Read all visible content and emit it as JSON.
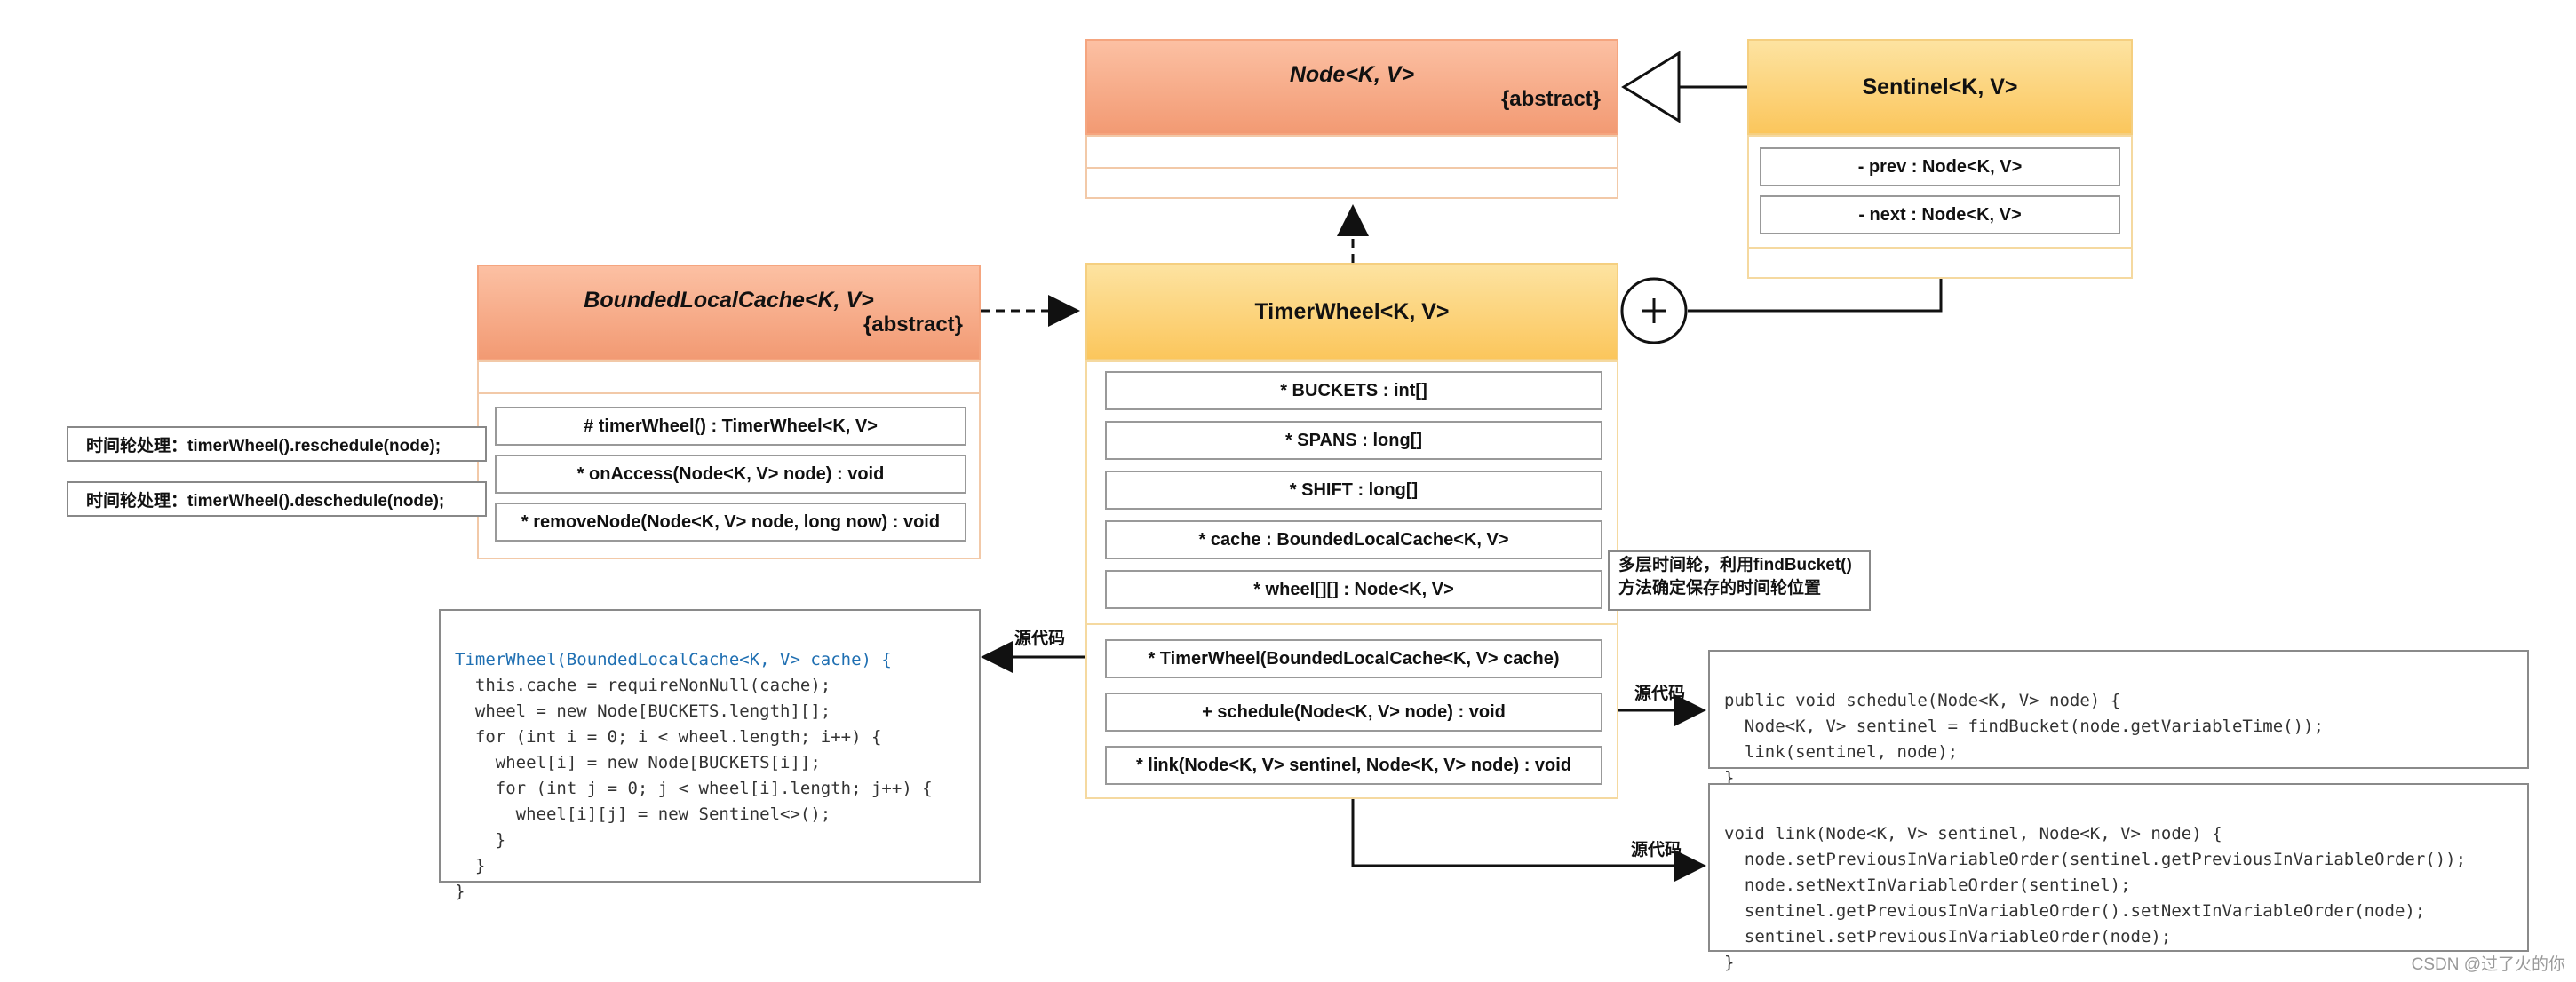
{
  "node_class": {
    "title": "Node<K, V>",
    "stereotype": "{abstract}"
  },
  "sentinel_class": {
    "title": "Sentinel<K, V>",
    "fields": [
      "- prev : Node<K, V>",
      "- next : Node<K, V>"
    ]
  },
  "blc_class": {
    "title": "BoundedLocalCache<K, V>",
    "stereotype": "{abstract}",
    "methods": [
      "# timerWheel() : TimerWheel<K, V>",
      "* onAccess(Node<K, V> node) : void",
      "* removeNode(Node<K, V> node, long now) : void"
    ]
  },
  "timerwheel_class": {
    "title": "TimerWheel<K, V>",
    "fields": [
      "* BUCKETS : int[]",
      "* SPANS : long[]",
      "* SHIFT : long[]",
      "* cache : BoundedLocalCache<K, V>",
      "* wheel[][] : Node<K, V>"
    ],
    "methods": [
      "* TimerWheel(BoundedLocalCache<K, V> cache)",
      "+ schedule(Node<K, V> node) : void",
      "* link(Node<K, V> sentinel, Node<K, V> node) : void"
    ]
  },
  "notes": {
    "reschedule": "时间轮处理：timerWheel().reschedule(node);",
    "deschedule": "时间轮处理：timerWheel().deschedule(node);",
    "wheel_callout_line1": "多层时间轮，利用findBucket()",
    "wheel_callout_line2": "方法确定保存的时间轮位置"
  },
  "source_label": "源代码",
  "code_constructor": [
    "TimerWheel(BoundedLocalCache<K, V> cache) {",
    "  this.cache = requireNonNull(cache);",
    "  wheel = new Node[BUCKETS.length][];",
    "  for (int i = 0; i < wheel.length; i++) {",
    "    wheel[i] = new Node[BUCKETS[i]];",
    "    for (int j = 0; j < wheel[i].length; j++) {",
    "      wheel[i][j] = new Sentinel<>();",
    "    }",
    "  }",
    "}"
  ],
  "code_schedule": [
    "public void schedule(Node<K, V> node) {",
    "  Node<K, V> sentinel = findBucket(node.getVariableTime());",
    "  link(sentinel, node);",
    "}"
  ],
  "code_link": [
    "void link(Node<K, V> sentinel, Node<K, V> node) {",
    "  node.setPreviousInVariableOrder(sentinel.getPreviousInVariableOrder());",
    "  node.setNextInVariableOrder(sentinel);",
    "  sentinel.getPreviousInVariableOrder().setNextInVariableOrder(node);",
    "  sentinel.setPreviousInVariableOrder(node);",
    "}"
  ],
  "watermark": "CSDN @过了火的你"
}
